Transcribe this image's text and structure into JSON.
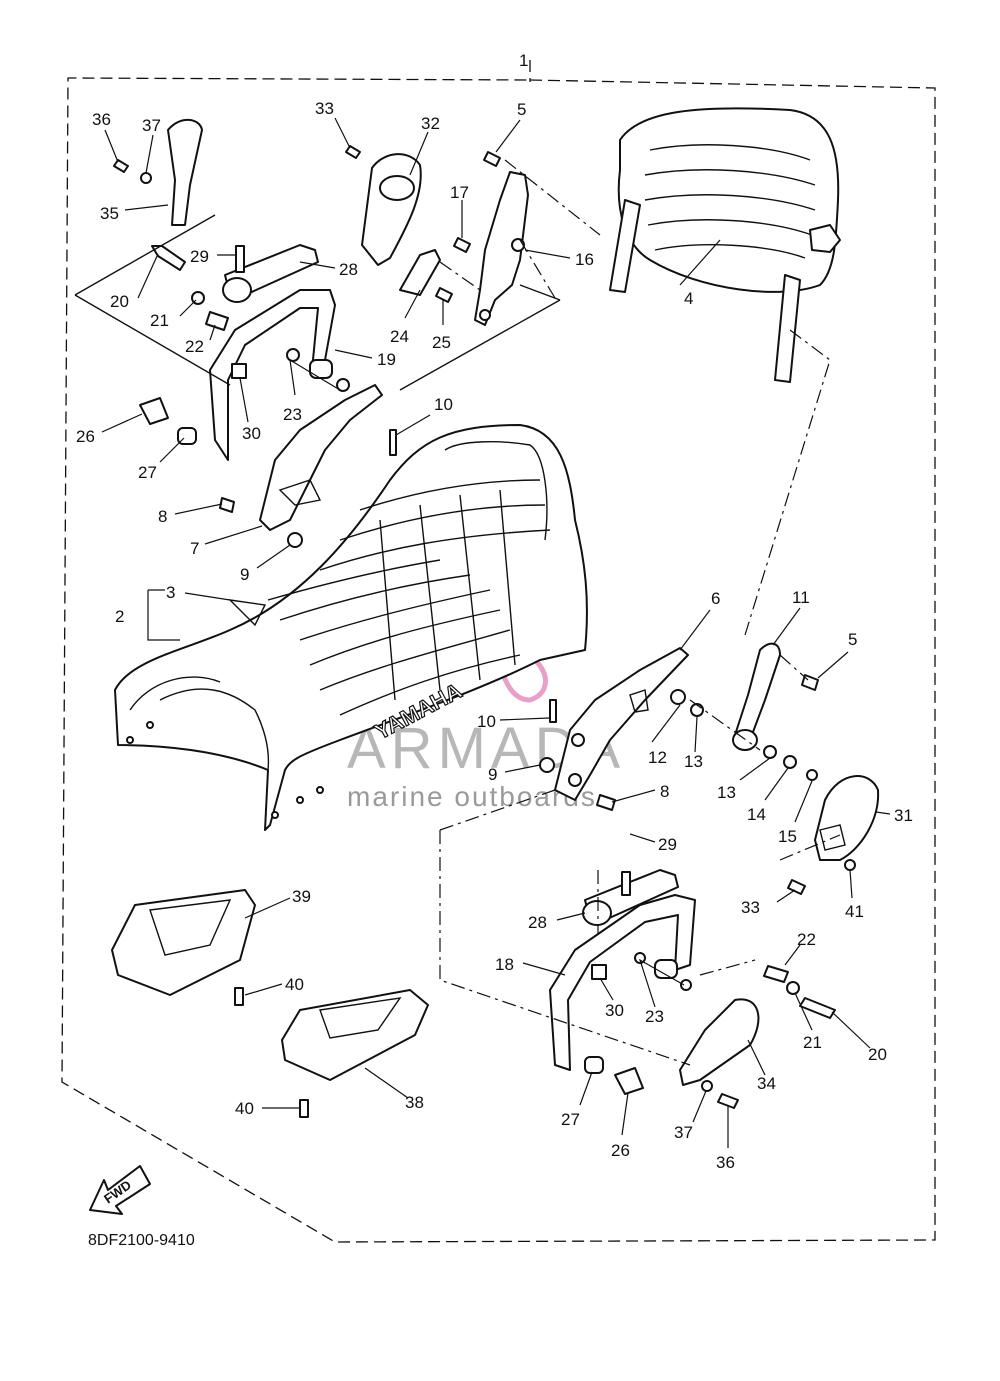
{
  "diagram": {
    "drawing_code": "8DF2100-9410",
    "assembly_number": "1",
    "brand_mark": "YAMAHA",
    "direction_marker": "FWD",
    "watermark": {
      "title": "ARMADA",
      "subtitle": "marine outboards",
      "accent_color": "#e8a0c8",
      "text_color": "#b0b0b0"
    },
    "callouts": {
      "c1": "1",
      "c2": "2",
      "c3": "3",
      "c4": "4",
      "c5a": "5",
      "c5b": "5",
      "c6": "6",
      "c7": "7",
      "c8a": "8",
      "c8b": "8",
      "c9a": "9",
      "c9b": "9",
      "c10a": "10",
      "c10b": "10",
      "c11": "11",
      "c12": "12",
      "c13a": "13",
      "c13b": "13",
      "c14": "14",
      "c15": "15",
      "c16": "16",
      "c17": "17",
      "c18": "18",
      "c19": "19",
      "c20a": "20",
      "c20b": "20",
      "c21a": "21",
      "c21b": "21",
      "c22a": "22",
      "c22b": "22",
      "c23a": "23",
      "c23b": "23",
      "c24": "24",
      "c25": "25",
      "c26a": "26",
      "c26b": "26",
      "c27a": "27",
      "c27b": "27",
      "c28a": "28",
      "c28b": "28",
      "c29a": "29",
      "c29b": "29",
      "c30a": "30",
      "c30b": "30",
      "c31": "31",
      "c32": "32",
      "c33a": "33",
      "c33b": "33",
      "c34": "34",
      "c35": "35",
      "c36a": "36",
      "c36b": "36",
      "c37a": "37",
      "c37b": "37",
      "c38": "38",
      "c39": "39",
      "c40a": "40",
      "c40b": "40",
      "c41": "41"
    }
  }
}
